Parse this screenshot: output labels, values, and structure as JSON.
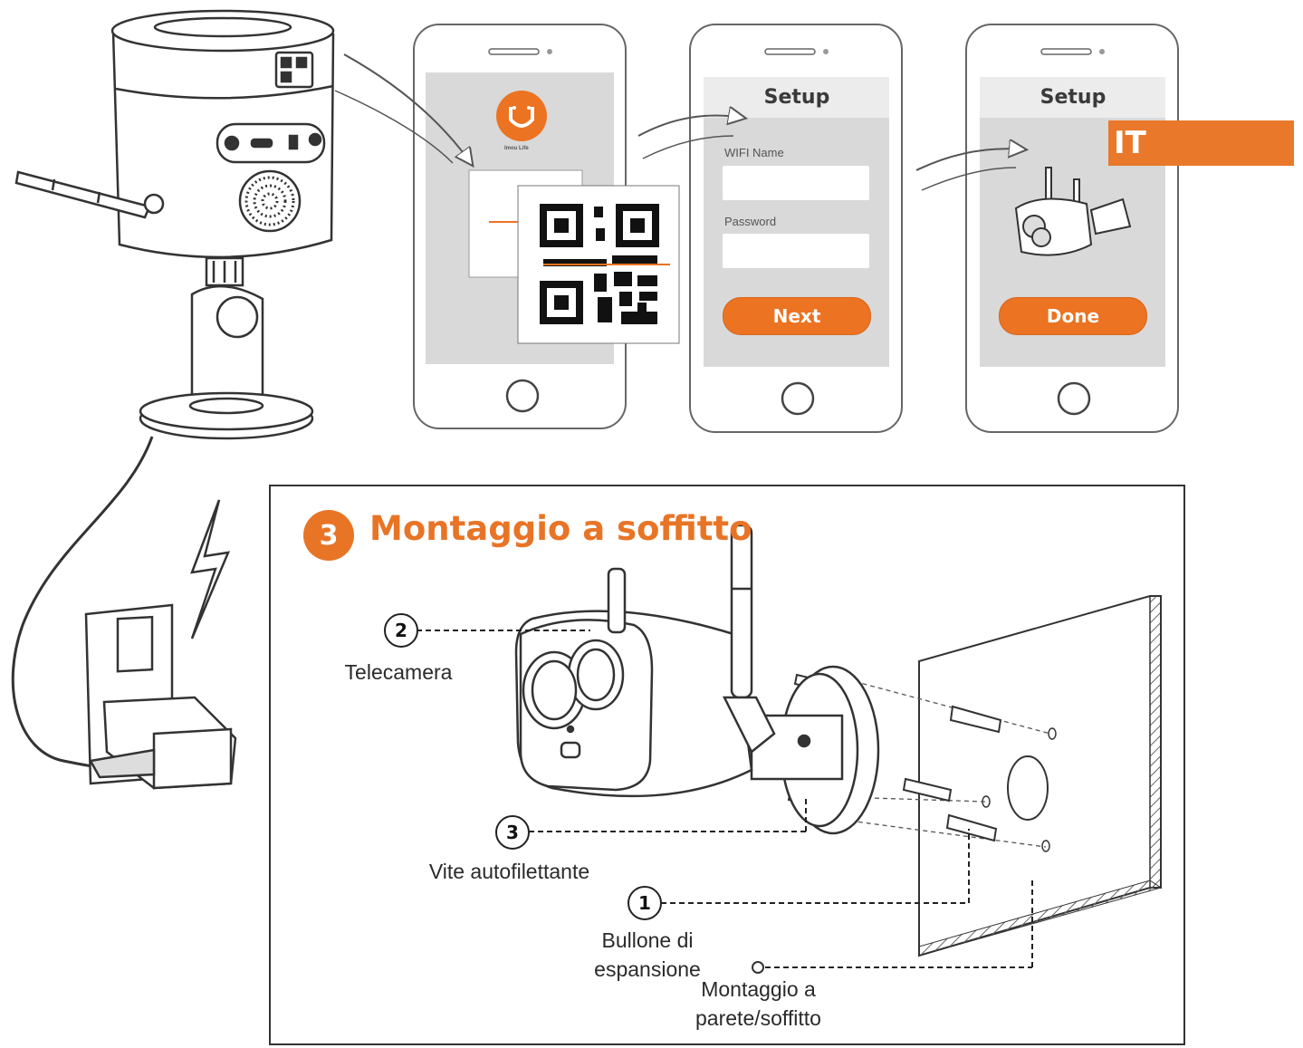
{
  "lang_badge": "IT",
  "phones": [
    {
      "app_caption": "Imou Life"
    },
    {
      "title": "Setup",
      "wifi_label": "WIFI Name",
      "password_label": "Password",
      "button_label": "Next"
    },
    {
      "title": "Setup",
      "button_label": "Done"
    }
  ],
  "section": {
    "number": "3",
    "title": "Montaggio a soffitto"
  },
  "callouts": [
    {
      "number": "2",
      "label": "Telecamera"
    },
    {
      "number": "3",
      "label": "Vite autofilettante"
    },
    {
      "number": "1",
      "label_line1": "Bullone di",
      "label_line2": "espansione"
    },
    {
      "label_line1": "Montaggio a",
      "label_line2": "parete/soffitto"
    }
  ],
  "colors": {
    "accent": "#e87426",
    "screen_gray": "#d9d9d9",
    "line": "#333333"
  },
  "icons": [
    "camera-illustration",
    "qr-code-icon",
    "lightning-icon",
    "power-adapter-icon",
    "imou-logo-icon",
    "home-button-icon",
    "wall-icon",
    "screw-icon"
  ]
}
